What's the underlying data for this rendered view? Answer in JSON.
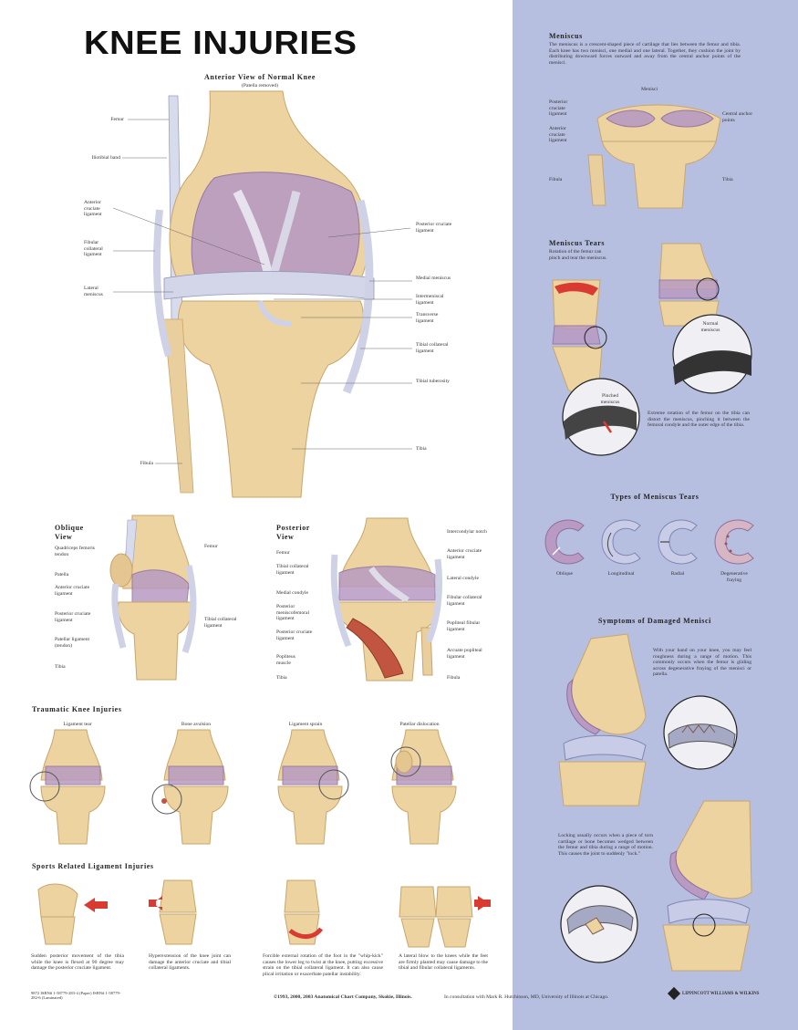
{
  "title": "KNEE INJURIES",
  "anterior": {
    "heading": "Anterior View of Normal Knee",
    "subheading": "(Patella removed)",
    "labels_left": [
      "Femur",
      "Iliotibial band",
      "Anterior cruciate ligament",
      "Fibular collateral ligament",
      "Lateral meniscus",
      "Fibula"
    ],
    "labels_right": [
      "Posterior cruciate ligament",
      "Medial meniscus",
      "Intermeniscal ligament",
      "Transverse ligament",
      "Tibial collateral ligament",
      "Tibial tuberosity",
      "Tibia"
    ]
  },
  "oblique": {
    "heading": "Oblique View",
    "labels_left": [
      "Quadriceps femoris tendon",
      "Patella",
      "Anterior cruciate ligament",
      "Posterior cruciate ligament",
      "Patellar ligament (tendon)",
      "Tibia"
    ],
    "labels_right": [
      "Femur",
      "Tibial collateral ligament"
    ]
  },
  "posterior": {
    "heading": "Posterior View",
    "labels_left": [
      "Femur",
      "Tibial collateral ligament",
      "Medial condyle",
      "Posterior meniscofemoral ligament",
      "Posterior cruciate ligament",
      "Popliteus muscle",
      "Tibia"
    ],
    "labels_right": [
      "Intercondylar notch",
      "Anterior cruciate ligament",
      "Lateral condyle",
      "Fibular collateral ligament",
      "Popliteal fibular ligament",
      "Arcuate popliteal ligament",
      "Fibula"
    ]
  },
  "traumatic": {
    "heading": "Traumatic Knee Injuries",
    "items": [
      "Ligament tear",
      "Bone avulsion",
      "Ligament sprain",
      "Patellar dislocation"
    ]
  },
  "sports": {
    "heading": "Sports Related Ligament Injuries",
    "texts": [
      "Sudden posterior movement of the tibia while the knee is flexed at 90 degree may damage the posterior cruciate ligament.",
      "Hyperextension of the knee joint can damage the anterior cruciate and tibial collateral ligaments.",
      "Forcible external rotation of the foot in the \"whip-kick\" causes the lower leg to twist at the knee, putting excessive strain on the tibial collateral ligament. It can also cause plical irritation or exacerbate patellar instability.",
      "A lateral blow to the knees while the feet are firmly planted may cause damage to the tibial and fibular collateral ligaments."
    ]
  },
  "meniscus": {
    "heading": "Meniscus",
    "text": "The meniscus is a crescent-shaped piece of cartilage that lies between the femur and tibia. Each knee has two menisci, one medial and one lateral. Together, they cushion the joint by distributing downward forces outward and away from the central anchor points of the menisci.",
    "labels": [
      "Menisci",
      "Posterior cruciate ligament",
      "Anterior cruciate ligament",
      "Central anchor points",
      "Fibula",
      "Tibia"
    ]
  },
  "meniscus_tears": {
    "heading": "Meniscus Tears",
    "text": "Rotation of the femur can pinch and tear the meniscus.",
    "normal_label": "Normal meniscus",
    "pinched_label": "Pinched meniscus",
    "text2": "Extreme rotation of the femur on the tibia can distort the meniscus, pinching it between the femoral condyle and the outer edge of the tibia."
  },
  "types": {
    "heading": "Types of Meniscus Tears",
    "items": [
      "Oblique",
      "Longitudinal",
      "Radial",
      "Degenerative fraying"
    ]
  },
  "symptoms": {
    "heading": "Symptoms of Damaged Menisci",
    "text1": "With your hand on your knee, you may feel roughness during a range of motion. This commonly occurs when the femur is gliding across degenerative fraying of the menisci or patella.",
    "text2": "Locking usually occurs when a piece of torn cartilage or bone becomes wedged between the femur and tibia during a range of motion. This causes the joint to suddenly \"lock.\""
  },
  "footer": {
    "code": "9872 ISBN# 1-58779-283-4 (Paper) ISBN# 1-58779-282-6 (Laminated)",
    "copyright": "©1993, 2000, 2003 Anatomical Chart Company, Skokie, Illinois.",
    "consult": "In consultation with Mark R. Hutchinson, MD, University of Illinois at Chicago.",
    "publisher": "LIPPINCOTT WILLIAMS & WILKINS"
  },
  "colors": {
    "panel": "#b7bfe0",
    "bone": "#ecd3a0",
    "cartilage": "#b89ac2",
    "ligament": "#c9cce0",
    "muscle": "#c2553f"
  }
}
